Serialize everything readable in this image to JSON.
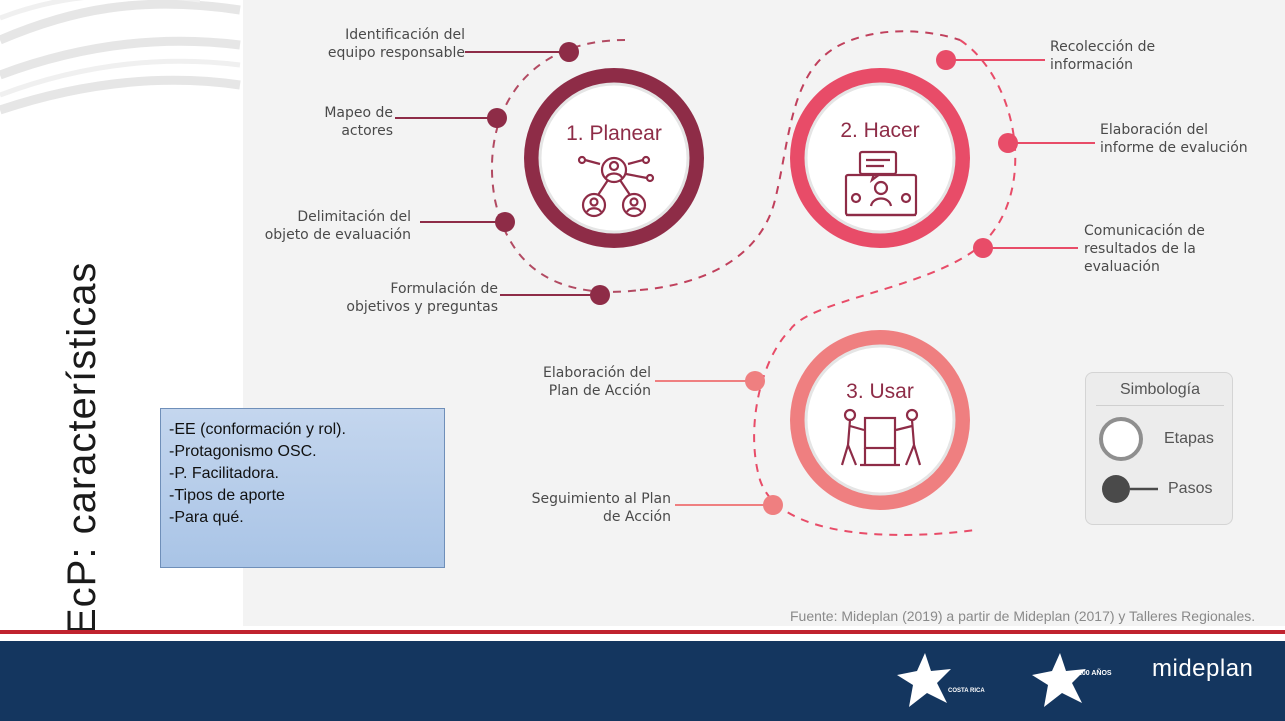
{
  "slide": {
    "title": "EcP: características",
    "source": "Fuente: Mideplan (2019) a partir de Mideplan (2017) y Talleres Regionales."
  },
  "stages": [
    {
      "label": "1. Planear",
      "color": "#8e2c47"
    },
    {
      "label": "2. Hacer",
      "color": "#e84c68"
    },
    {
      "label": "3. Usar",
      "color": "#ef7f80"
    }
  ],
  "steps": {
    "planear": [
      {
        "line1": "Identificación del",
        "line2": "equipo responsable"
      },
      {
        "line1": "Mapeo de",
        "line2": "actores"
      },
      {
        "line1": "Delimitación del",
        "line2": "objeto de evaluación"
      },
      {
        "line1": "Formulación de",
        "line2": "objetivos y preguntas"
      }
    ],
    "hacer": [
      {
        "line1": "Recolección de",
        "line2": "información"
      },
      {
        "line1": "Elaboración del",
        "line2": "informe de  evalución"
      },
      {
        "line1": "Comunicación de",
        "line2": "resultados  de la",
        "line3": "evaluación"
      }
    ],
    "usar": [
      {
        "line1": "Elaboración del",
        "line2": "Plan de Acción"
      },
      {
        "line1": "Seguimiento al Plan",
        "line2": "de Acción"
      }
    ]
  },
  "legend": {
    "title": "Simbología",
    "stage_label": "Etapas",
    "step_label": "Pasos"
  },
  "notes": [
    "-EE (conformación y rol).",
    "-Protagonismo OSC.",
    "-P. Facilitadora.",
    "-Tipos de aporte",
    "-Para qué."
  ],
  "footer": {
    "logo1_text": "COSTA RICA",
    "logo2_text": "200 AÑOS",
    "logo3_text": "mideplan"
  }
}
